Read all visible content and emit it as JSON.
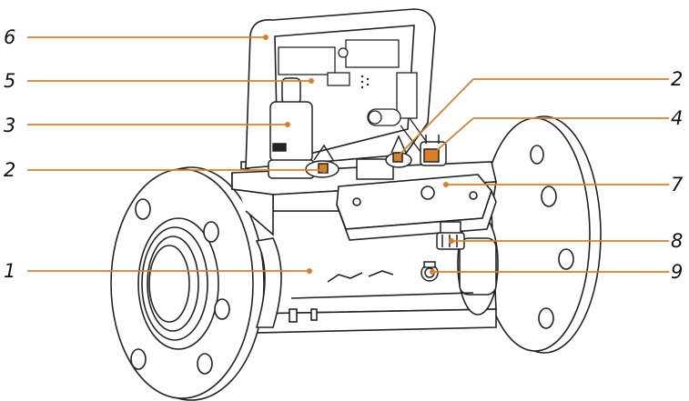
{
  "accent_color": "#d97f26",
  "line_color": "#222222",
  "callouts": [
    {
      "id": "c6",
      "label": "6",
      "side": "left"
    },
    {
      "id": "c5",
      "label": "5",
      "side": "left"
    },
    {
      "id": "c3",
      "label": "3",
      "side": "left"
    },
    {
      "id": "c2a",
      "label": "2",
      "side": "left"
    },
    {
      "id": "c1",
      "label": "1",
      "side": "left"
    },
    {
      "id": "c2b",
      "label": "2",
      "side": "right"
    },
    {
      "id": "c4",
      "label": "4",
      "side": "right"
    },
    {
      "id": "c7",
      "label": "7",
      "side": "right"
    },
    {
      "id": "c8",
      "label": "8",
      "side": "right"
    },
    {
      "id": "c9",
      "label": "9",
      "side": "right"
    }
  ]
}
